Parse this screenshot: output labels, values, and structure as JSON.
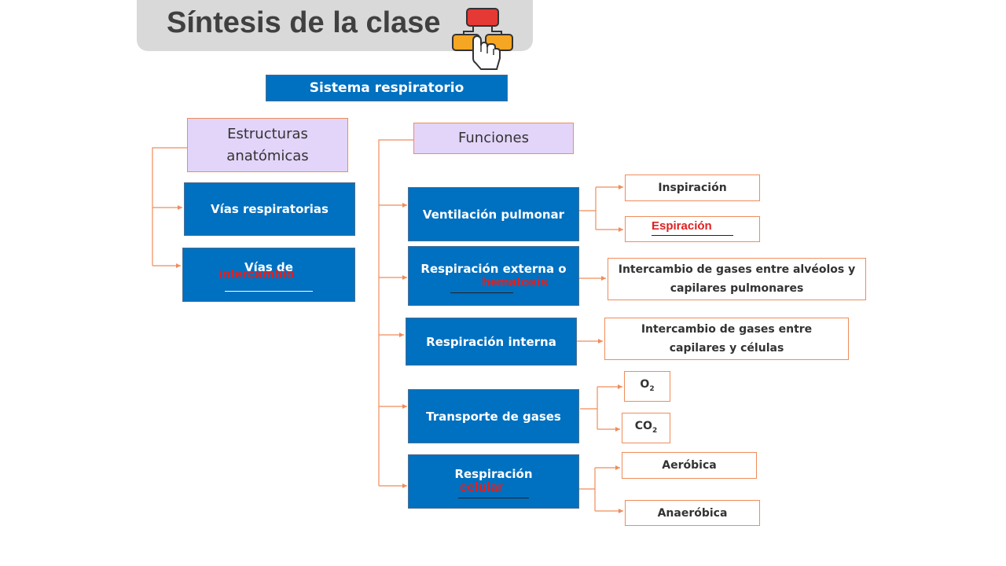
{
  "header": {
    "title": "Síntesis de la clase",
    "icon": "flowchart-hand-icon"
  },
  "diagram": {
    "root": "Sistema respiratorio",
    "structures": {
      "heading": "Estructuras anatómicas",
      "items": [
        {
          "label": "Vías respiratorias"
        },
        {
          "label": "Vías de",
          "answer": "intercambio"
        }
      ]
    },
    "functions": {
      "heading": "Funciones",
      "ventilation": {
        "label": "Ventilación pulmonar",
        "children": [
          "Inspiración"
        ],
        "answer": "Espiración"
      },
      "external": {
        "label": "Respiración externa o",
        "answer": "hematosis",
        "detail": "Intercambio de gases entre alvéolos y capilares pulmonares"
      },
      "internal": {
        "label": "Respiración interna",
        "detail": "Intercambio de gases entre capilares y células"
      },
      "transport": {
        "label": "Transporte de gases",
        "o2": {
          "base": "O",
          "sub": "2"
        },
        "co2": {
          "base": "CO",
          "sub": "2"
        }
      },
      "cellular": {
        "label": "Respiración",
        "answer": "celular",
        "children": [
          "Aeróbica",
          "Anaeróbica"
        ]
      }
    }
  },
  "colors": {
    "box_blue": "#0070c0",
    "connector": "#f08c5a",
    "lavender": "#e3d5f9",
    "answer_red": "#e02020"
  }
}
